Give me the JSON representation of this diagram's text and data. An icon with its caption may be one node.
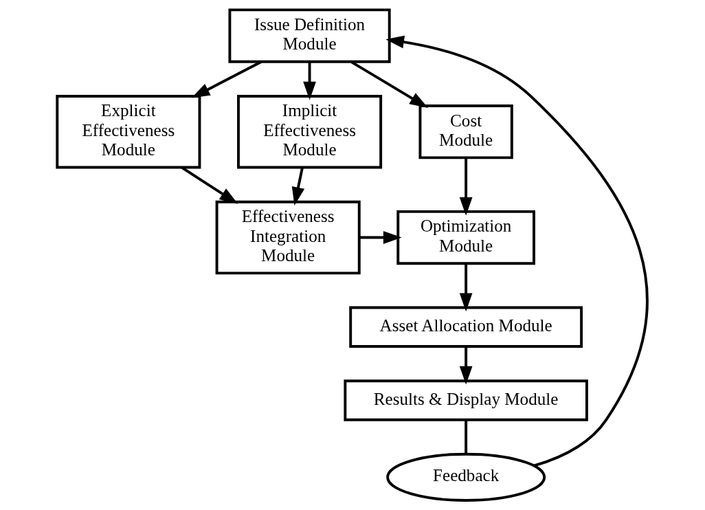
{
  "diagram": {
    "nodes": [
      {
        "text": [
          "Issue Definition Module"
        ]
      },
      {
        "text": [
          "Explicit Effectiveness Module"
        ]
      },
      {
        "text": [
          "Implicit Effectiveness Module"
        ]
      },
      {
        "text": [
          "Cost Module"
        ]
      },
      {
        "text": [
          "Effectiveness Integration Module"
        ]
      },
      {
        "text": [
          "Optimization Module"
        ]
      },
      {
        "text": [
          "Asset Allocation Module"
        ]
      },
      {
        "text": [
          "Results & Display Module"
        ]
      },
      {
        "text": [
          "Feedback"
        ]
      }
    ],
    "edges": [
      {
        "from": 0,
        "to": 1,
        "arrow": "to"
      },
      {
        "from": 0,
        "to": 2,
        "arrow": "to"
      },
      {
        "from": 0,
        "to": 3,
        "arrow": "to"
      },
      {
        "from": 1,
        "to": 4,
        "arrow": "to"
      },
      {
        "from": 2,
        "to": 4,
        "arrow": "to"
      },
      {
        "from": 3,
        "to": 5,
        "arrow": "to"
      },
      {
        "from": 4,
        "to": 5,
        "arrow": "to"
      },
      {
        "from": 5,
        "to": 6,
        "arrow": "to"
      },
      {
        "from": 6,
        "to": 7,
        "arrow": "to"
      },
      {
        "from": 7,
        "to": 8,
        "arrow": "none"
      },
      {
        "from": 8,
        "to": 0,
        "arrow": "to"
      }
    ]
  }
}
